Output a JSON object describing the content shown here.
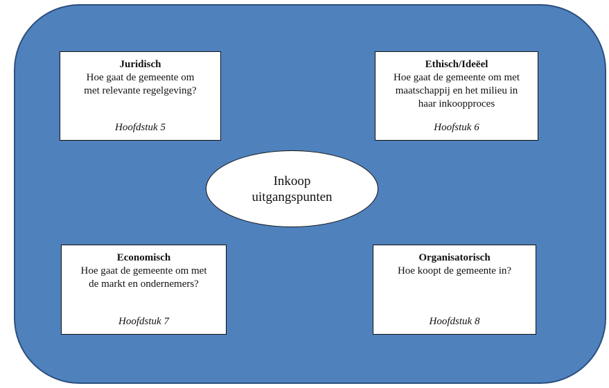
{
  "center": {
    "line1": "Inkoop",
    "line2": "uitgangspunten"
  },
  "boxes": [
    {
      "title": "Juridisch",
      "lines": [
        "Hoe gaat de gemeente om",
        "met relevante regelgeving?"
      ],
      "chapter": "Hoofdstuk 5"
    },
    {
      "title": "Ethisch/Ideëel",
      "lines": [
        "Hoe gaat de gemeente om met",
        "maatschappij en het milieu in",
        "haar inkoopproces"
      ],
      "chapter": "Hoofstuk 6"
    },
    {
      "title": "Economisch",
      "lines": [
        "Hoe gaat de gemeente om met",
        "de markt en ondernemers?"
      ],
      "chapter": "Hoofdstuk 7"
    },
    {
      "title": "Organisatorisch",
      "lines": [
        "Hoe koopt de gemeente in?"
      ],
      "chapter": "Hoofdstuk 8"
    }
  ],
  "colors": {
    "background": "#4f81bd",
    "border": "#2c4f7c"
  }
}
